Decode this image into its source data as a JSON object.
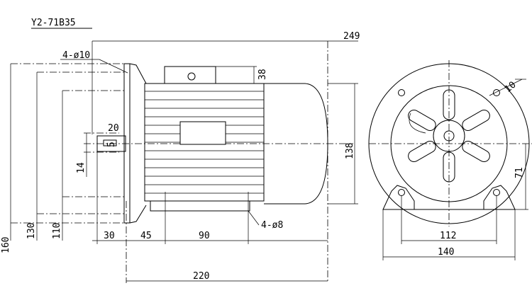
{
  "title": "Y2-71B35",
  "front_view": {
    "dimensions": {
      "overall_length": "249",
      "flange_holes": "4-ø10",
      "terminal_box_height": "38",
      "shaft_key_width": "20",
      "key_height": "5",
      "shaft_diameter": "14",
      "flange_h160": "160",
      "flange_h130": "130",
      "spigot_110": "110",
      "shaft_extension": "30",
      "flange_to_foot": "45",
      "foot_spacing": "90",
      "foot_holes": "4-ø8",
      "body_length": "220",
      "body_height": "138"
    }
  },
  "end_view": {
    "dimensions": {
      "hole_diameter": "10",
      "center_height": "71",
      "foot_hole_spacing": "112",
      "foot_width": "140"
    }
  }
}
